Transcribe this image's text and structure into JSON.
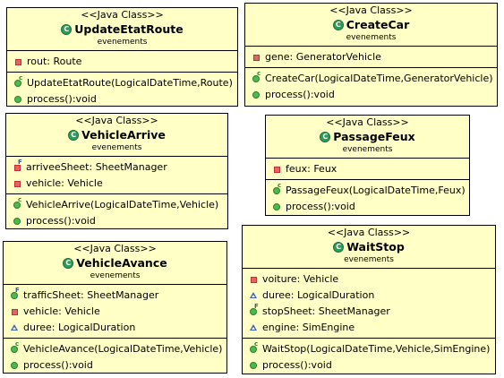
{
  "classes": {
    "update_etat_route": {
      "stereotype": "<<Java Class>>",
      "name": "UpdateEtatRoute",
      "package": "evenements",
      "fields": [
        "rout: Route"
      ],
      "methods": [
        "UpdateEtatRoute(LogicalDateTime,Route)",
        "process():void"
      ]
    },
    "create_car": {
      "stereotype": "<<Java Class>>",
      "name": "CreateCar",
      "package": "evenements",
      "fields": [
        "gene: GeneratorVehicle"
      ],
      "methods": [
        "CreateCar(LogicalDateTime,GeneratorVehicle)",
        "process():void"
      ]
    },
    "vehicle_arrive": {
      "stereotype": "<<Java Class>>",
      "name": "VehicleArrive",
      "package": "evenements",
      "fields": [
        "arriveeSheet: SheetManager",
        "vehicle: Vehicle"
      ],
      "methods": [
        "VehicleArrive(LogicalDateTime,Vehicle)",
        "process():void"
      ]
    },
    "passage_feux": {
      "stereotype": "<<Java Class>>",
      "name": "PassageFeux",
      "package": "evenements",
      "fields": [
        "feux: Feux"
      ],
      "methods": [
        "PassageFeux(LogicalDateTime,Feux)",
        "process():void"
      ]
    },
    "vehicle_avance": {
      "stereotype": "<<Java Class>>",
      "name": "VehicleAvance",
      "package": "evenements",
      "fields": [
        "trafficSheet: SheetManager",
        "vehicle: Vehicle",
        "duree: LogicalDuration"
      ],
      "methods": [
        "VehicleAvance(LogicalDateTime,Vehicle)",
        "process():void"
      ]
    },
    "wait_stop": {
      "stereotype": "<<Java Class>>",
      "name": "WaitStop",
      "package": "evenements",
      "fields": [
        "voiture: Vehicle",
        "duree: LogicalDuration",
        "stopSheet: SheetManager",
        "engine: SimEngine"
      ],
      "methods": [
        "WaitStop(LogicalDateTime,Vehicle,SimEngine)",
        "process():void"
      ]
    }
  }
}
